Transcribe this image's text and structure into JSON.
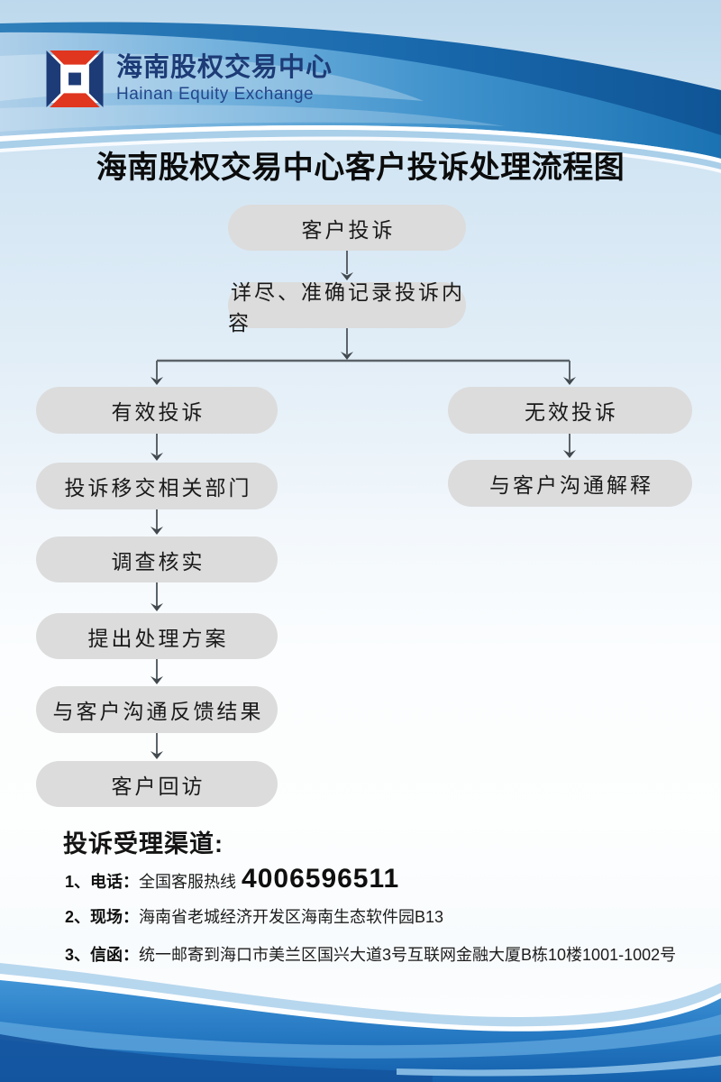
{
  "brand": {
    "logo_text_zh": "海南股权交易中心",
    "logo_text_en": "Hainan Equity Exchange",
    "colors": {
      "logo_navy": "#1d3b76",
      "logo_red": "#e0351f",
      "band_blue": "#2e83c4",
      "node_gray": "#dcdcdc"
    }
  },
  "title": "海南股权交易中心客户投诉处理流程图",
  "flow": {
    "main1": "客户投诉",
    "main2": "详尽、准确记录投诉内容",
    "left1": "有效投诉",
    "left2": "投诉移交相关部门",
    "left3": "调查核实",
    "left4": "提出处理方案",
    "left5": "与客户沟通反馈结果",
    "left6": "客户回访",
    "right1": "无效投诉",
    "right2": "与客户沟通解释"
  },
  "channels": {
    "heading": "投诉受理渠道:",
    "item1_label": "1、电话：",
    "item1_text": "全国客服热线",
    "item1_phone": "4006596511",
    "item2_label": "2、现场：",
    "item2_text": "海南省老城经济开发区海南生态软件园B13",
    "item3_label": "3、信函：",
    "item3_text": "统一邮寄到海口市美兰区国兴大道3号互联网金融大厦B栋10楼1001-1002号"
  }
}
